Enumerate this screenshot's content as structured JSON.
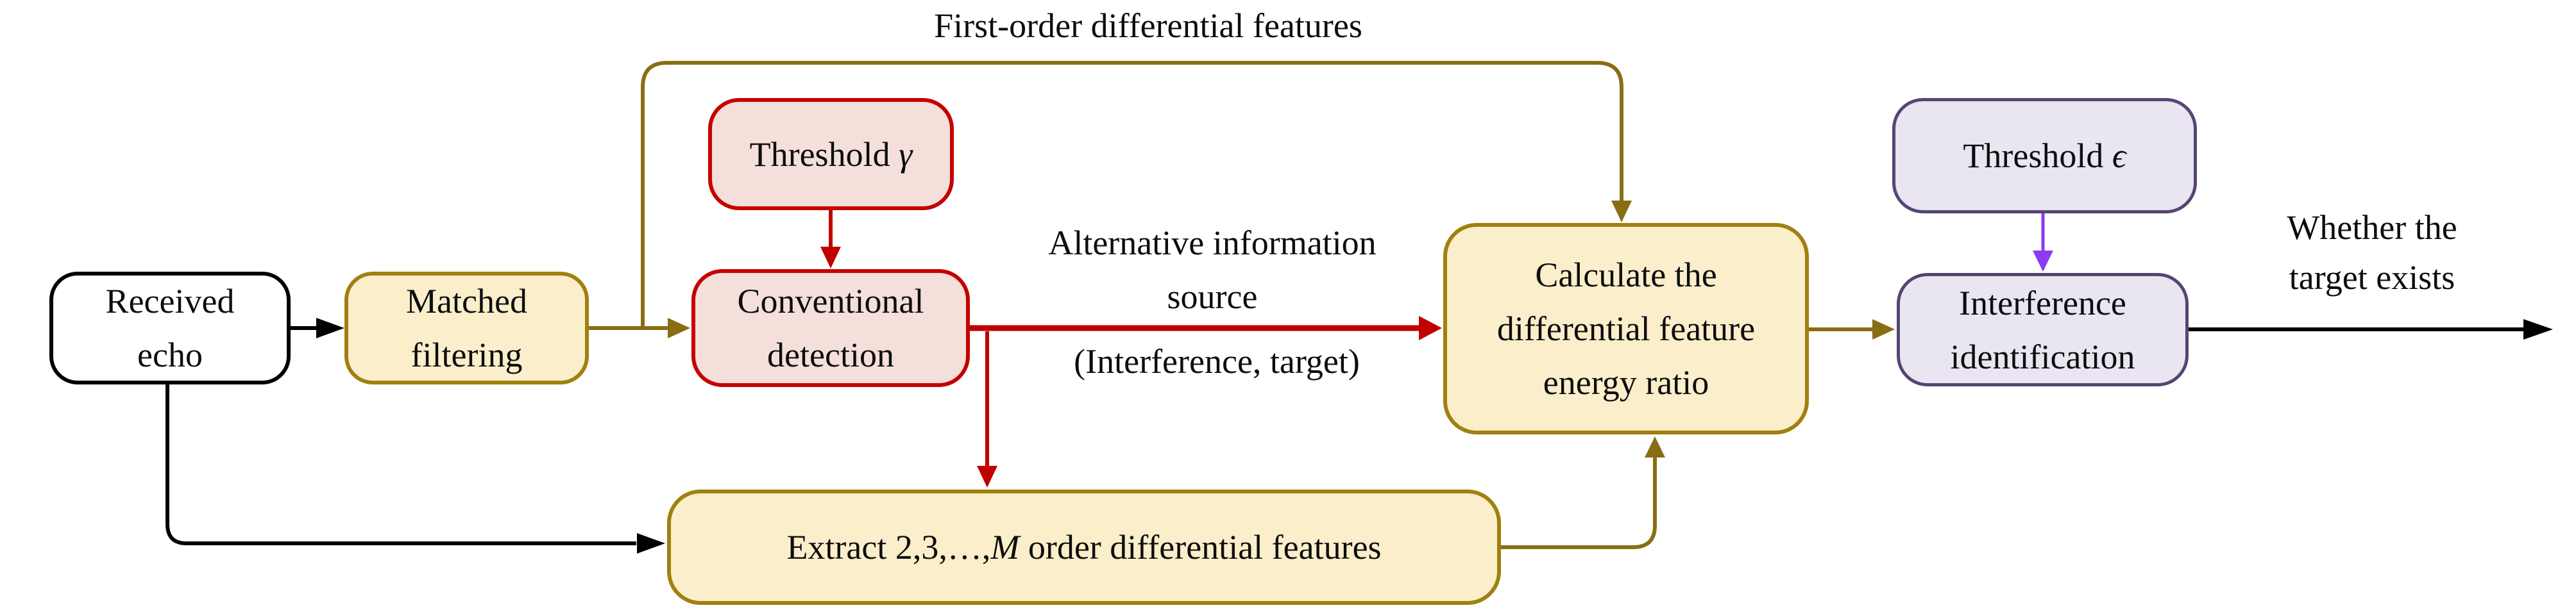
{
  "colors": {
    "paper": "#ffffff",
    "ink": "#0d0d0d",
    "black": "#000000",
    "olive": "#8a6d13",
    "gold": "#a0800f",
    "yellow-fill": "#faeecb",
    "red": "#c40000",
    "red-line": "#c00000",
    "pink-fill": "#f4dfda",
    "purple": "#564573",
    "lavender-fill": "#e9e5f1",
    "violet": "#8b3bf2"
  },
  "nodes": {
    "received_echo": {
      "line1": "Received",
      "line2": "echo"
    },
    "matched_filtering": {
      "line1": "Matched",
      "line2": "filtering"
    },
    "threshold_gamma": {
      "label": "Threshold ",
      "symbol": "γ"
    },
    "conventional_detection": {
      "line1": "Conventional",
      "line2": "detection"
    },
    "extract_features": {
      "prefix": "Extract 2,3,…,",
      "emph": "M",
      "suffix": " order differential features"
    },
    "calculate_ratio": {
      "line1": "Calculate the",
      "line2": "differential feature",
      "line3": "energy ratio"
    },
    "threshold_epsilon": {
      "label": "Threshold ",
      "symbol": "ϵ"
    },
    "interference_identification": {
      "line1": "Interference",
      "line2": "identification"
    }
  },
  "labels": {
    "first_order": "First-order differential features",
    "alt_info_line1": "Alternative information",
    "alt_info_line2": "source",
    "alt_info_line3": "(Interference, target)",
    "output_line1": "Whether the",
    "output_line2": "target exists"
  }
}
